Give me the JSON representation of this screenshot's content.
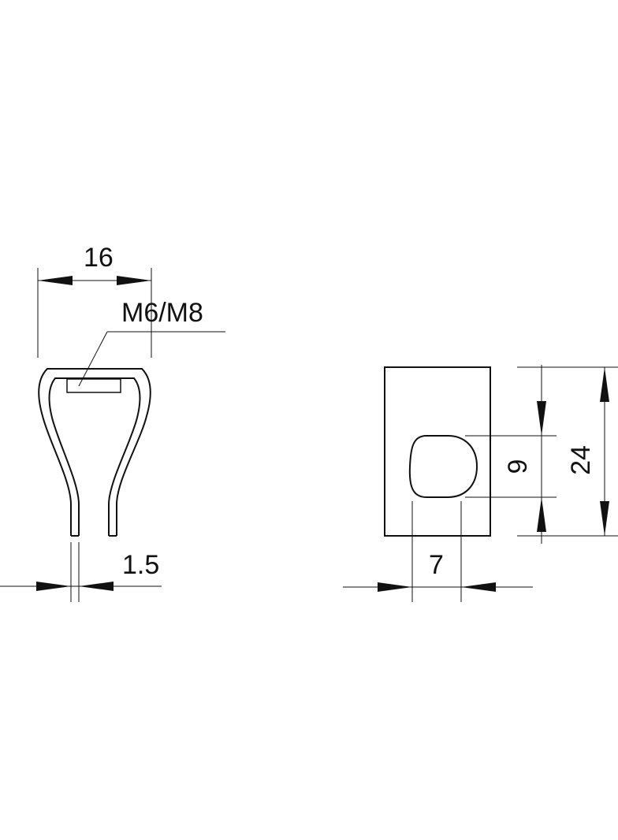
{
  "dimensions": {
    "width_label": "16",
    "thread_label": "M6/M8",
    "thickness_label": "1.5",
    "slot_width_label": "7",
    "slot_height_label": "9",
    "total_height_label": "24"
  }
}
